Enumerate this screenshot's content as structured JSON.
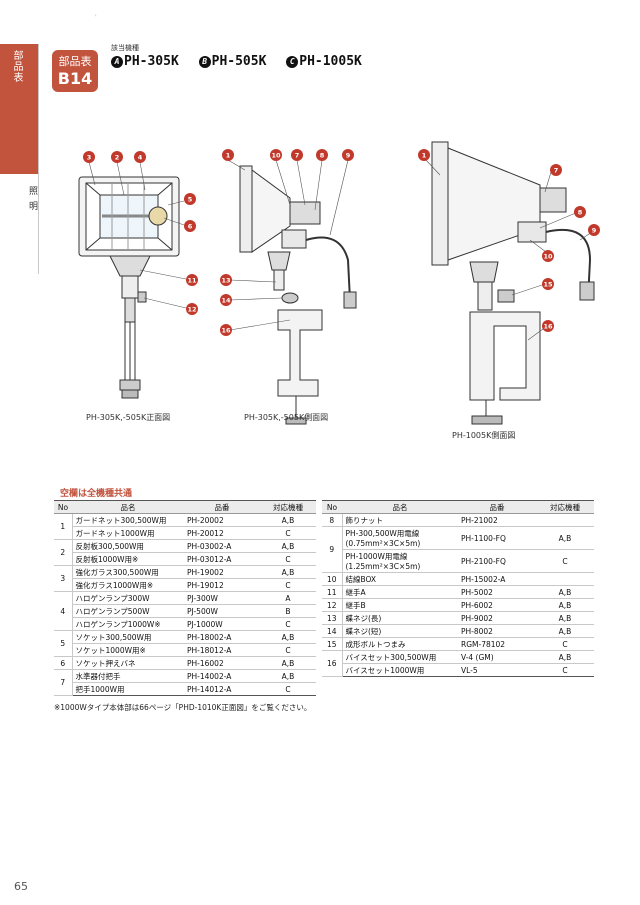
{
  "side": {
    "tab": "部品表",
    "category": "照明"
  },
  "badge": {
    "top": "部品表",
    "code": "B14"
  },
  "header": {
    "models_label": "該当機種",
    "models": [
      {
        "mark": "A",
        "name": "PH-305K"
      },
      {
        "mark": "B",
        "name": "PH-505K"
      },
      {
        "mark": "C",
        "name": "PH-1005K"
      }
    ]
  },
  "captions": {
    "front": "PH-305K,-505K正面図",
    "side": "PH-305K,-505K側面図",
    "side_1000": "PH-1005K側面図"
  },
  "callouts": {
    "front": [
      "3",
      "2",
      "4",
      "5",
      "6",
      "11",
      "12"
    ],
    "side": [
      "1",
      "10",
      "7",
      "8",
      "9",
      "13",
      "14",
      "16"
    ],
    "side_1000": [
      "1",
      "7",
      "8",
      "9",
      "10",
      "15",
      "16"
    ]
  },
  "section_title": "空欄は全機種共通",
  "table_headers": {
    "no": "No",
    "name": "品名",
    "part": "品番",
    "models": "対応機種"
  },
  "left_rows": [
    {
      "no": "1",
      "name": "ガードネット300,500W用",
      "part": "PH-20002",
      "models": "A,B"
    },
    {
      "no": "",
      "name": "ガードネット1000W用",
      "part": "PH-20012",
      "models": "C"
    },
    {
      "no": "2",
      "name": "反射板300,500W用",
      "part": "PH-03002-A",
      "models": "A,B"
    },
    {
      "no": "",
      "name": "反射板1000W用※",
      "part": "PH-03012-A",
      "models": "C"
    },
    {
      "no": "3",
      "name": "強化ガラス300,500W用",
      "part": "PH-19002",
      "models": "A,B"
    },
    {
      "no": "",
      "name": "強化ガラス1000W用※",
      "part": "PH-19012",
      "models": "C"
    },
    {
      "no": "4",
      "name": "ハロゲンランプ300W",
      "part": "PJ-300W",
      "models": "A"
    },
    {
      "no": "",
      "name": "ハロゲンランプ500W",
      "part": "PJ-500W",
      "models": "B"
    },
    {
      "no": "",
      "name": "ハロゲンランプ1000W※",
      "part": "PJ-1000W",
      "models": "C"
    },
    {
      "no": "5",
      "name": "ソケット300,500W用",
      "part": "PH-18002-A",
      "models": "A,B"
    },
    {
      "no": "",
      "name": "ソケット1000W用※",
      "part": "PH-18012-A",
      "models": "C"
    },
    {
      "no": "6",
      "name": "ソケット押えバネ",
      "part": "PH-16002",
      "models": "A,B"
    },
    {
      "no": "7",
      "name": "水準器付把手",
      "part": "PH-14002-A",
      "models": "A,B"
    },
    {
      "no": "",
      "name": "把手1000W用",
      "part": "PH-14012-A",
      "models": "C"
    }
  ],
  "right_rows": [
    {
      "no": "8",
      "name": "飾りナット",
      "part": "PH-21002",
      "models": ""
    },
    {
      "no": "9",
      "name": "PH-300,500W用電線 (0.75mm²×3C×5m)",
      "part": "PH-1100-FQ",
      "models": "A,B"
    },
    {
      "no": "",
      "name": "PH-1000W用電線 (1.25mm²×3C×5m)",
      "part": "PH-2100-FQ",
      "models": "C"
    },
    {
      "no": "10",
      "name": "結線BOX",
      "part": "PH-15002-A",
      "models": ""
    },
    {
      "no": "11",
      "name": "継手A",
      "part": "PH-5002",
      "models": "A,B"
    },
    {
      "no": "12",
      "name": "継手B",
      "part": "PH-6002",
      "models": "A,B"
    },
    {
      "no": "13",
      "name": "蝶ネジ(長)",
      "part": "PH-9002",
      "models": "A,B"
    },
    {
      "no": "14",
      "name": "蝶ネジ(短)",
      "part": "PH-8002",
      "models": "A,B"
    },
    {
      "no": "15",
      "name": "成形ボルトつまみ",
      "part": "RGM-78102",
      "models": "C"
    },
    {
      "no": "16",
      "name": "バイスセット300,500W用",
      "part": "V-4 (GM)",
      "models": "A,B"
    },
    {
      "no": "",
      "name": "バイスセット1000W用",
      "part": "VL-5",
      "models": "C"
    }
  ],
  "note": "※1000Wタイプ本体部は66ページ「PHD-1010K正面図」をご覧ください。",
  "page_number": "65",
  "colors": {
    "accent": "#c2543e",
    "callout": "#c0392b"
  }
}
